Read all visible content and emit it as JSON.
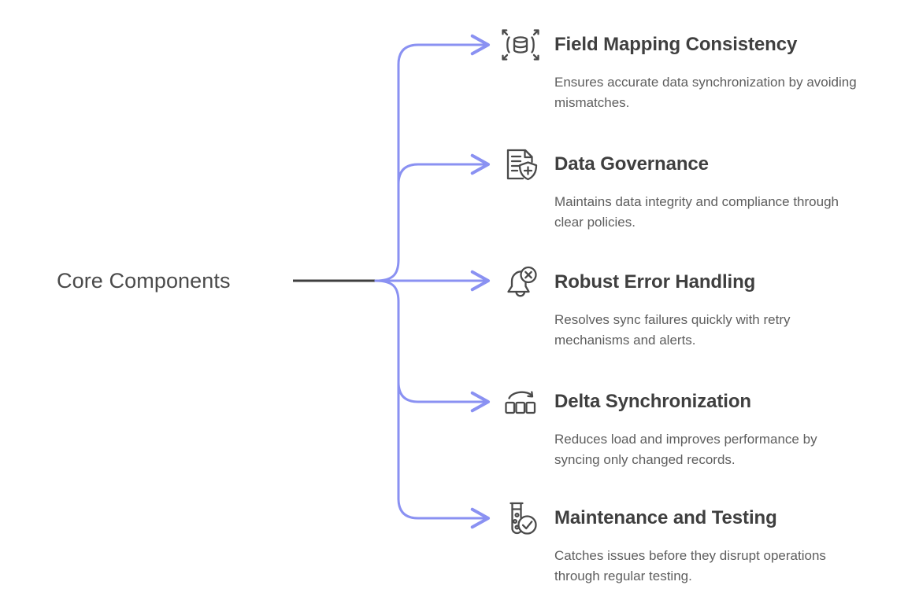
{
  "diagram": {
    "type": "mind-map",
    "root": {
      "label": "Core Components"
    },
    "colors": {
      "connector_blue": "#8a91f2",
      "root_connector": "#3f3f3f",
      "title_text": "#3f3f3f",
      "body_text": "#5e5e5e",
      "icon_stroke": "#4a4a4a",
      "background": "#ffffff"
    },
    "branches": [
      {
        "icon": "database-expand-icon",
        "title": "Field Mapping Consistency",
        "description": "Ensures accurate data synchronization by avoiding mismatches."
      },
      {
        "icon": "document-shield-plus-icon",
        "title": "Data Governance",
        "description": "Maintains data integrity and compliance through clear policies."
      },
      {
        "icon": "bell-error-icon",
        "title": "Robust Error Handling",
        "description": "Resolves sync failures quickly with retry mechanisms and alerts."
      },
      {
        "icon": "blocks-sync-arrow-icon",
        "title": "Delta Synchronization",
        "description": "Reduces load and improves performance by syncing only changed records."
      },
      {
        "icon": "test-tube-check-icon",
        "title": "Maintenance and Testing",
        "description": "Catches issues before they disrupt operations through regular testing."
      }
    ]
  }
}
